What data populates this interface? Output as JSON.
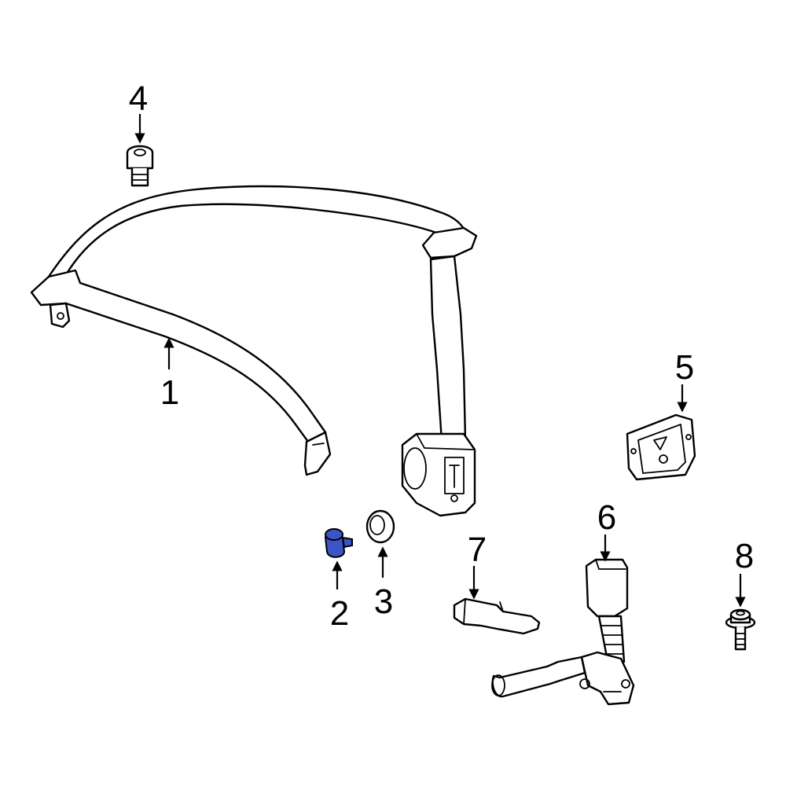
{
  "colors": {
    "highlight": "#3a56c9",
    "line": "#000000",
    "background": "#ffffff"
  },
  "callouts": {
    "c1": "1",
    "c2": "2",
    "c3": "3",
    "c4": "4",
    "c5": "5",
    "c6": "6",
    "c7": "7",
    "c8": "8"
  },
  "highlighted_part": "2"
}
